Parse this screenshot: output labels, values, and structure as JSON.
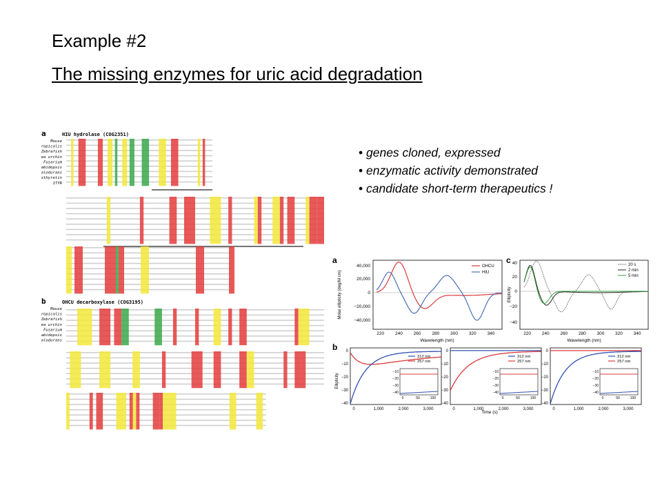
{
  "slide": {
    "title": "Example #2",
    "subtitle": "The missing enzymes for uric acid degradation",
    "bullets": [
      "genes cloned, expressed",
      "enzymatic activity demonstrated",
      "candidate short-term therapeutics !"
    ]
  },
  "figure_a": {
    "panel_label": "a",
    "heading": "HIU hydrolase (COG2351)",
    "species": [
      "Mouse",
      "X. tropicalis",
      "Zebrafish",
      "Sea urchin",
      "Fusarium",
      "Arabidopsis",
      "B. halodurans",
      "Transthyretin",
      "1TYR"
    ]
  },
  "figure_b": {
    "panel_label": "b",
    "heading": "OHCU decarboxylase (COG3195)",
    "species": [
      "Mouse",
      "X. tropicalis",
      "Zebrafish",
      "Sea urchin",
      "Fusarium",
      "Arabidopsis",
      "B. halodurans"
    ]
  },
  "cd_panel_a": {
    "label": "a",
    "ylabel": "Molar ellipticity (deg/M cm)",
    "xlabel": "Wavelength (nm)",
    "yticks": [
      "40,000",
      "20,000",
      "0",
      "−20,000",
      "−40,000"
    ],
    "xticks": [
      "220",
      "240",
      "260",
      "280",
      "300",
      "320",
      "340"
    ],
    "legend": [
      "OHCU",
      "HIU"
    ],
    "colors": {
      "OHCU": "#d9383a",
      "HIU": "#4a6fb5"
    }
  },
  "cd_panel_c": {
    "label": "c",
    "ylabel": "Ellipticity",
    "xlabel": "Wavelength (nm)",
    "yticks": [
      "40",
      "20",
      "0",
      "−20",
      "−40"
    ],
    "xticks": [
      "220",
      "240",
      "260",
      "280",
      "300",
      "320",
      "340"
    ],
    "legend": [
      "20 s",
      "2 min",
      "5 min"
    ]
  },
  "kinetics_b": {
    "label": "b",
    "ylabel": "Ellipticity",
    "xlabel": "Time (s)",
    "yticks": [
      "0",
      "−10",
      "−20",
      "−30",
      "−40"
    ],
    "xticks": [
      "0",
      "1,000",
      "2,000",
      "3,000"
    ],
    "legend": [
      "312 nm",
      "257 nm"
    ],
    "inset_yticks": [
      "−10",
      "−20",
      "−30",
      "−40"
    ],
    "inset_xticks": [
      "0",
      "50",
      "100"
    ]
  }
}
